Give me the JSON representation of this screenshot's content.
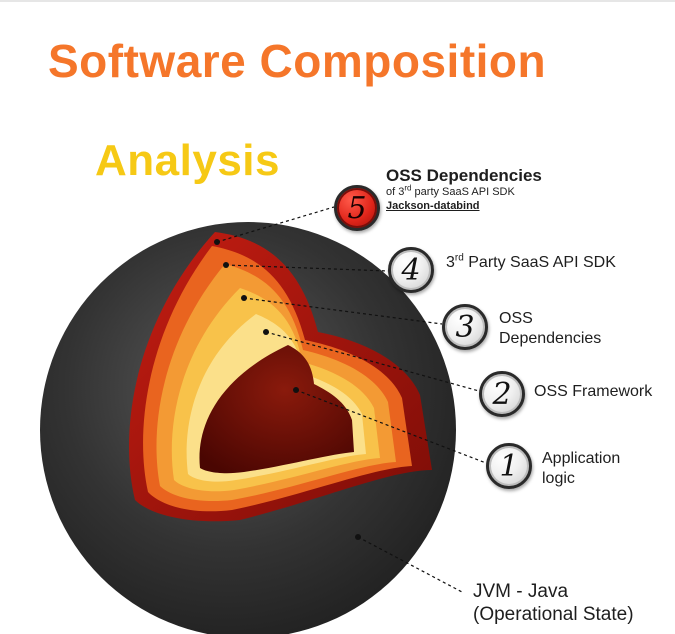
{
  "title": {
    "line1": "Software Composition",
    "line2": "Analysis"
  },
  "layers": [
    {
      "number": "5",
      "title": "OSS Dependencies",
      "sub_prefix": "of 3",
      "sub_sup": "rd",
      "sub_suffix": " party SaaS API SDK",
      "link": "Jackson-databind",
      "color": "#e2231a"
    },
    {
      "number": "4",
      "prefix": "3",
      "sup": "rd",
      "suffix": " Party SaaS API SDK",
      "color": "#f0822a"
    },
    {
      "number": "3",
      "line1": "OSS",
      "line2": "Dependencies",
      "color": "#f8a93b"
    },
    {
      "number": "2",
      "text": "OSS Framework",
      "color": "#fbd35a"
    },
    {
      "number": "1",
      "line1": "Application",
      "line2": "logic",
      "color": "#6e0b04"
    }
  ],
  "base": {
    "line1": "JVM - Java",
    "line2": "(Operational State)",
    "color": "#2f2f2f"
  }
}
